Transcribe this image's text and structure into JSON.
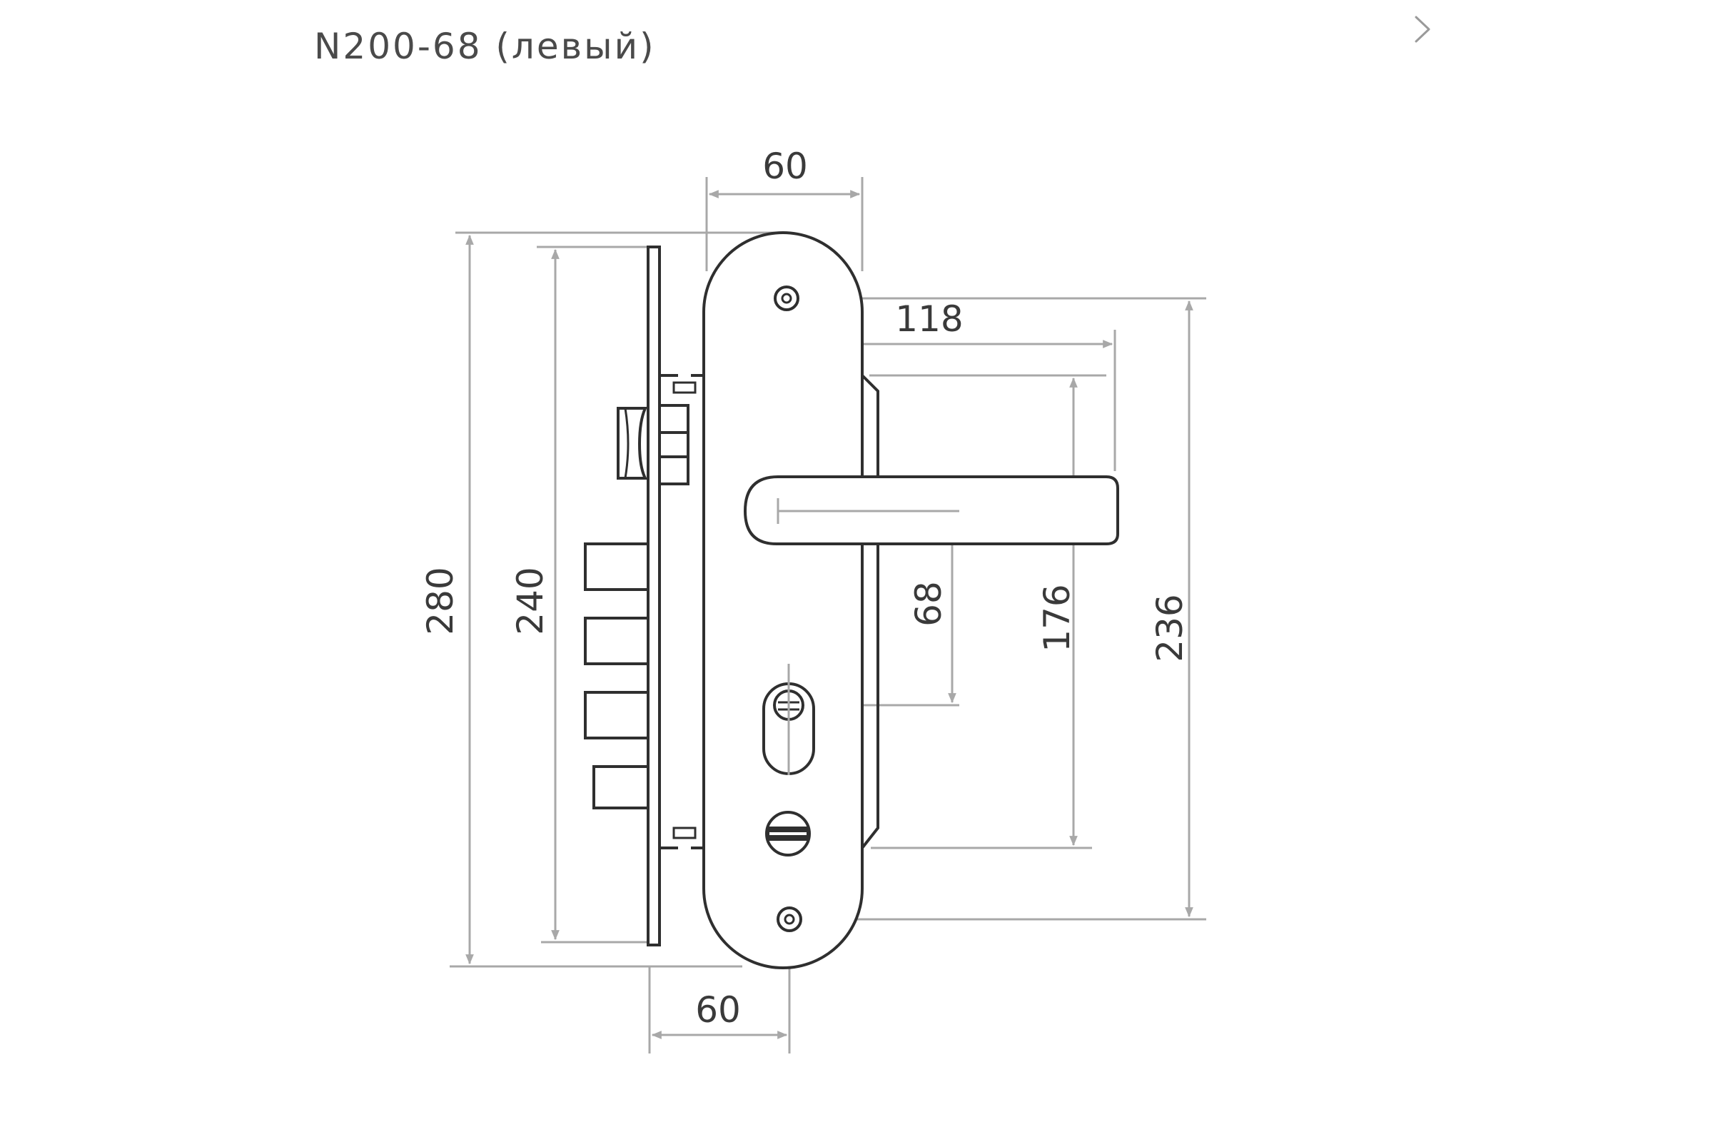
{
  "title": "N200-68 (левый)",
  "colors": {
    "outline": "#2f2f2f",
    "dimension": "#a8a8a8",
    "text": "#3a3a3a",
    "background": "#ffffff"
  },
  "navigation": {
    "next_icon": "chevron-right-icon"
  },
  "dimensions": {
    "faceplate_width_top": "60",
    "handle_length": "118",
    "backset_bottom": "60",
    "total_height": "280",
    "lock_body_height": "240",
    "handle_to_cylinder": "68",
    "handle_bar_spacing": "176",
    "screw_spacing": "236"
  }
}
